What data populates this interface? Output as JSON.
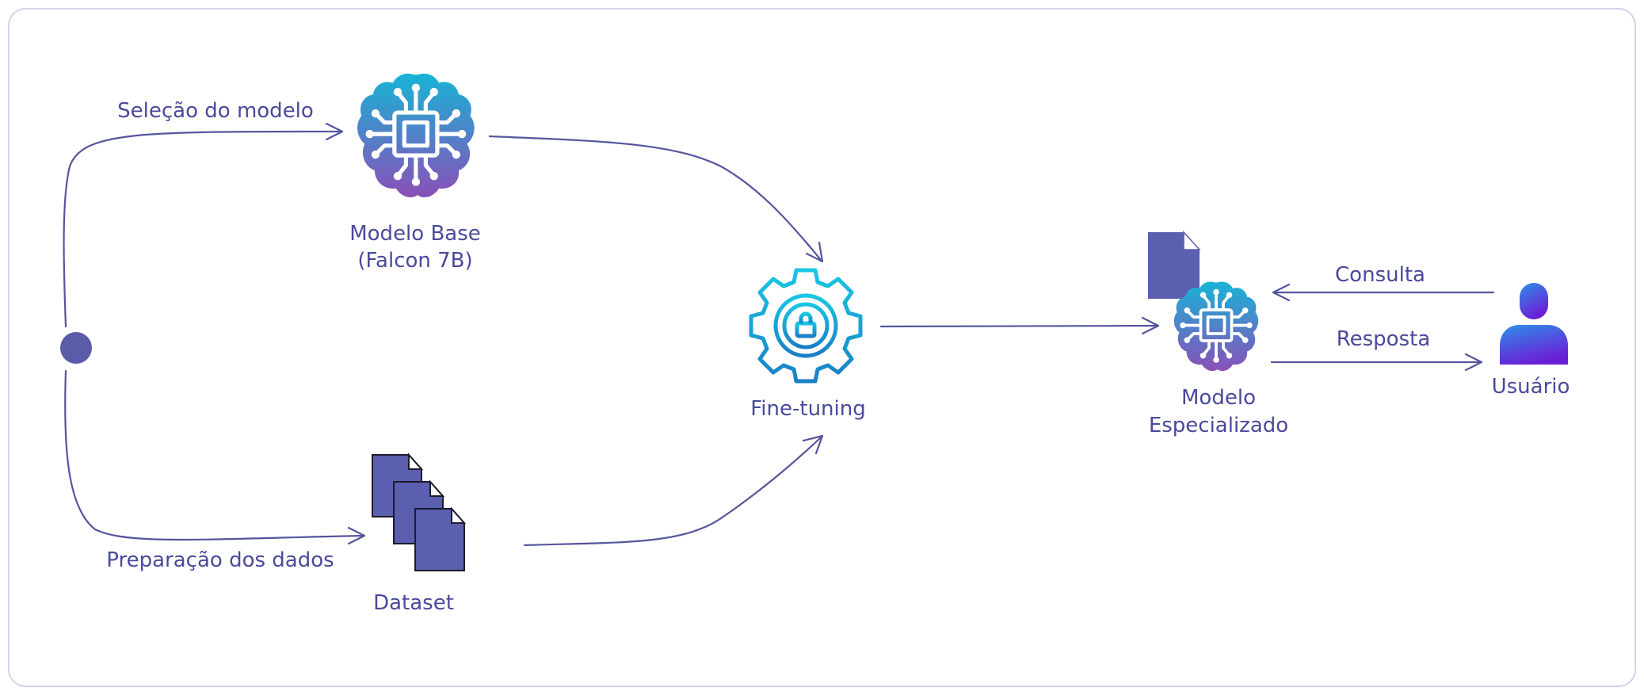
{
  "nodes": {
    "base_model": {
      "line1": "Modelo Base",
      "line2": "(Falcon 7B)",
      "icon": "brain-chip-icon"
    },
    "dataset": {
      "label": "Dataset",
      "icon": "documents-icon"
    },
    "fine_tuning": {
      "label": "Fine-tuning",
      "icon": "gear-lock-icon"
    },
    "specialized_model": {
      "line1": "Modelo",
      "line2": "Especializado",
      "icon": "brain-chip-icon"
    },
    "user": {
      "label": "Usuário",
      "icon": "user-icon"
    }
  },
  "edges": {
    "model_selection": "Seleção do modelo",
    "data_preparation": "Preparação dos dados",
    "query": "Consulta",
    "response": "Resposta"
  },
  "colors": {
    "stroke": "#55559e",
    "text": "#4a4a9c",
    "start_dot": "#5b5ba8",
    "document_fill": "#5a5fb0",
    "brain_gradient_top": "#18b4d6",
    "brain_gradient_bottom": "#8a4fb8",
    "gear_gradient_top": "#19c6e4",
    "gear_gradient_bottom": "#1b7fc6",
    "user_gradient_top": "#2f8fe8",
    "user_gradient_bottom": "#6a1fd6",
    "border": "#d4d2ea"
  }
}
